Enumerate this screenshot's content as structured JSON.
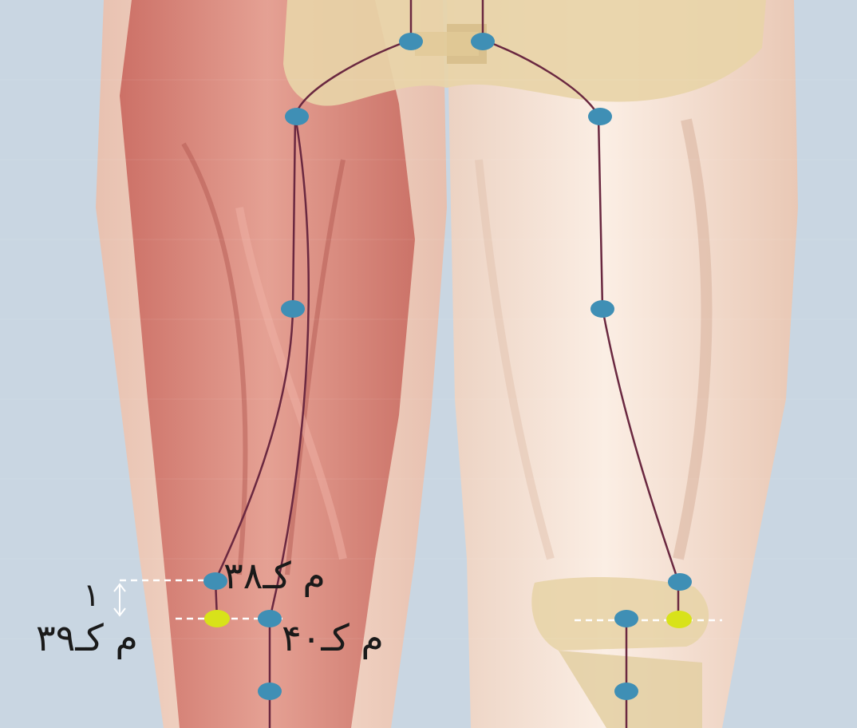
{
  "colors": {
    "background": "#c9d6e2",
    "skin": "#f1d3c1",
    "muscle": "#d9857a",
    "bone": "#e8d4a8",
    "meridian_line": "#6a2840",
    "point_blue": "#3f8fb5",
    "point_yellow": "#d8e21a"
  },
  "labels": {
    "bl38": "م کـ۳۸",
    "bl40": "م کـ۴۰",
    "bl39": "م کـ۳۹",
    "measure": "۱"
  },
  "icons": {
    "measure": "double-arrow-vertical-icon"
  }
}
